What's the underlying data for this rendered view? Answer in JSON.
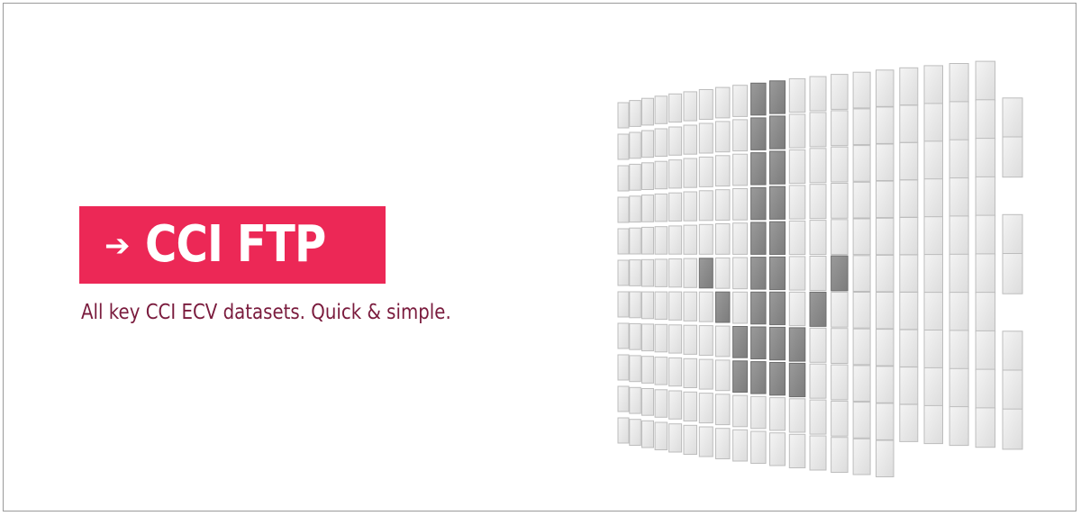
{
  "banner": {
    "arrow_icon": "right-arrow-icon",
    "title": "CCI FTP",
    "tagline": "All key CCI ECV datasets. Quick & simple."
  },
  "colors": {
    "badge_background": "#ec2856",
    "badge_text": "#ffffff",
    "tagline": "#7a1b3d",
    "tile_light": "#e8e8e8",
    "tile_dark": "#8a8a8a"
  },
  "illustration": {
    "name": "download-arrow-tile-grid",
    "icon": "download-arrow-icon"
  }
}
